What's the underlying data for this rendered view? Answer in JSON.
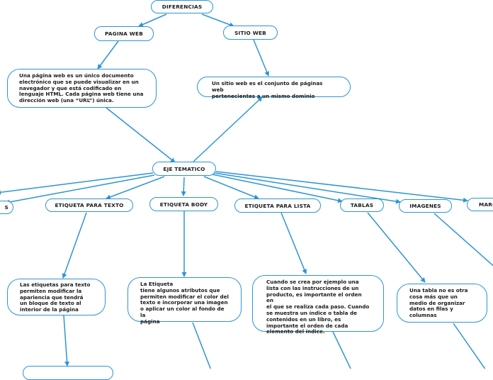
{
  "root": {
    "label": "DIFERENCIAS"
  },
  "pagina_web": {
    "label": "PAGINA WEB",
    "description": "Una página web es un único documento\nelectrónico que se puede visualizar en un\nnavegador y que está codificado en\nlenguaje HTML. Cada página web tiene una\ndirección web (una “URL”) única."
  },
  "sitio_web": {
    "label": "SITIO WEB",
    "description": "Un sitio web es el conjunto de páginas web\npertenecientes a un mismo dominio"
  },
  "eje": {
    "label": "EJE TEMATICO"
  },
  "branches": {
    "left_cut": "S",
    "texto": {
      "label": "ETIQUETA PARA TEXTO",
      "description": "Las etiquetas para texto\npermiten modificar la\napariencia que tendrá\nun bloque de texto al\ninterior de la página"
    },
    "body": {
      "label": "ETIQUETA BODY",
      "description": "La Etiqueta\ntiene algunos atributos que\npermiten modificar el color del\ntexto e incorporar una imagen\no aplicar un color al fondo de la\npágina"
    },
    "lista": {
      "label": "ETIQUETA PARA LISTA",
      "description": "Cuando se crea por ejemplo una\nlista con las instrucciones de un\nproducto, es importante el orden en\nel que se realiza cada paso. Cuando\nse muestra un índice o tabla de\ncontenidos en un libro, es\nimportante el orden de cada\nelemento del índice."
    },
    "tablas": {
      "label": "TABLAS",
      "description": "Una tabla no es otra\ncosa más que un\nmedio de organizar\ndatos en filas y\ncolumnas"
    },
    "imagenes": {
      "label": "IMAGENES"
    },
    "marcos": {
      "label": "MARC"
    }
  },
  "colors": {
    "stroke": "#2c95d4",
    "text": "#1a1a1a",
    "background": "#ffffff"
  }
}
